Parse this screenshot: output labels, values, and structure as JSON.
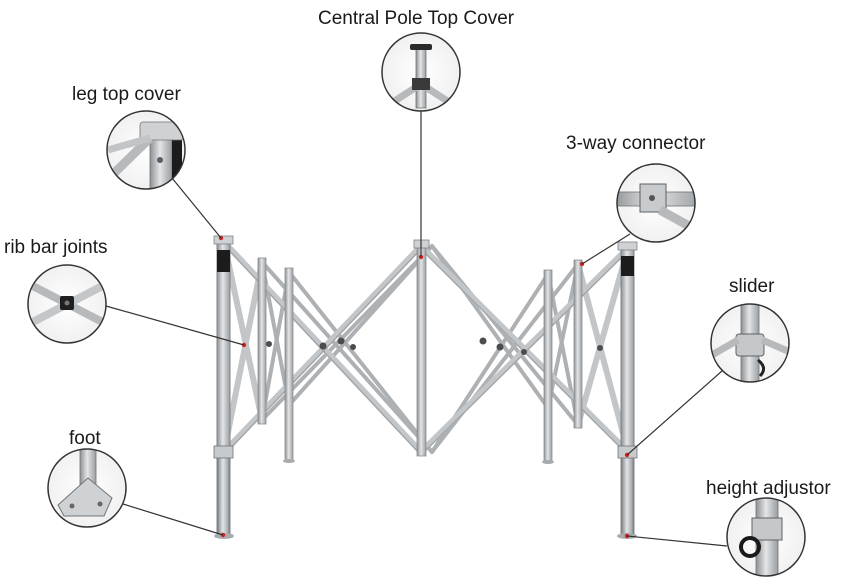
{
  "callouts": {
    "central_pole_top_cover": "Central Pole Top Cover",
    "leg_top_cover": "leg top cover",
    "three_way_connector": "3-way connector",
    "rib_bar_joints": "rib bar joints",
    "slider": "slider",
    "foot": "foot",
    "height_adjustor": "height adjustor"
  },
  "colors": {
    "frame_metal": "#b9bcbf",
    "frame_edge": "#7f8386",
    "leader_line": "#333333",
    "joint_marker": "#d42020",
    "leg_cap": "#1c1c1c"
  }
}
